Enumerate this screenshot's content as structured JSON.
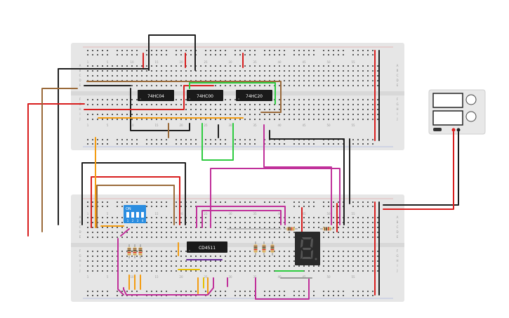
{
  "chips": {
    "top_chip_1": "74HC04",
    "top_chip_2": "74HC00",
    "top_chip_3": "74HC20",
    "decoder": "CD4511"
  },
  "dip_switch": {
    "label": "ON",
    "numbers": [
      "1",
      "2",
      "3",
      "4"
    ]
  },
  "column_numbers": {
    "top_board": [
      "1",
      "5",
      "10",
      "15",
      "20",
      "25",
      "30",
      "35",
      "40",
      "45",
      "50",
      "55"
    ],
    "bottom_board": [
      "1",
      "5",
      "10",
      "15",
      "20",
      "25",
      "30",
      "35",
      "40",
      "45",
      "50",
      "55"
    ]
  },
  "row_letters": [
    "A",
    "B",
    "C",
    "D",
    "E",
    "F",
    "G",
    "H",
    "I",
    "J"
  ],
  "colors": {
    "breadboard": "#e6e6e6",
    "wire_red": "#d81e1e",
    "wire_black": "#1e1e1e",
    "wire_brown": "#9a6a3a",
    "wire_orange": "#f39c12",
    "wire_green": "#2ecc40",
    "wire_magenta": "#c0309a",
    "wire_yellow": "#e6c000",
    "wire_purple": "#6a2a9a",
    "chip": "#1a1a1a",
    "dip_switch": "#2a8de0",
    "seven_segment": "#2a2a2a"
  }
}
